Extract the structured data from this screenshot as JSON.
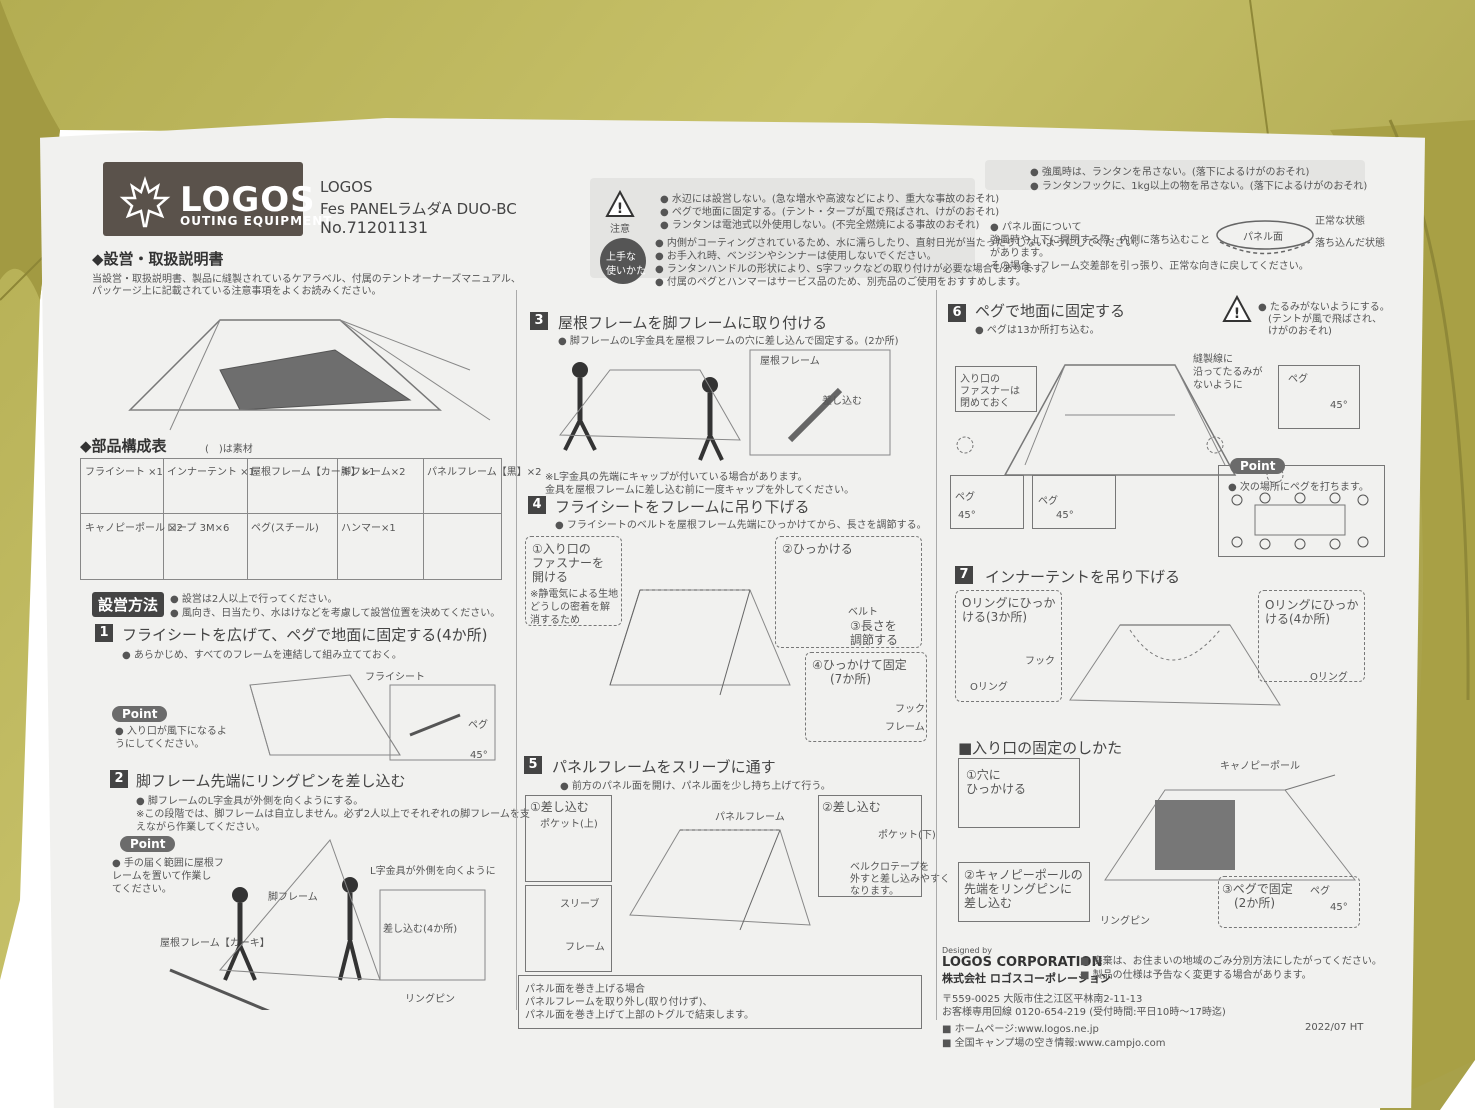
{
  "brand": {
    "logo": "LOGOS",
    "tagline": "OUTING EQUIPMENT"
  },
  "product": {
    "brand": "LOGOS",
    "name": "Fes PANELラムダA DUO-BC",
    "number": "No.71201131"
  },
  "manual": {
    "title": "◆設営・取扱説明書",
    "intro1": "当設営・取扱説明書、製品に縫製されているケアラベル、付属のテントオーナーズマニュアル、",
    "intro2": "パッケージ上に記載されている注意事項をよくお読みください。",
    "intro3": ""
  },
  "parts": {
    "title": "◆部品構成表",
    "material_note": "(　)は素材",
    "items": [
      "フライシート ×1",
      "インナーテント ×1",
      "屋根フレーム【カーキ】×1",
      "脚フレーム×2",
      "パネルフレーム【黒】×2",
      "キャノピーポール ×2",
      "ロープ 3M×6",
      "ペグ(スチール)",
      "ハンマー×1"
    ]
  },
  "setup": {
    "title": "設営方法",
    "note1": "● 設営は2人以上で行ってください。",
    "note2": "● 風向き、日当たり、水はけなどを考慮して設営位置を決めてください。"
  },
  "steps": [
    {
      "num": "1",
      "title": "フライシートを広げて、ペグで地面に固定する(4か所)",
      "note": "● あらかじめ、すべてのフレームを連結して組み立てておく。",
      "label_fly": "フライシート",
      "label_peg": "ペグ",
      "angle": "45°",
      "point": "Point",
      "point_line1": "● 入り口が風下になるよ",
      "point_line2": "うにしてください。"
    },
    {
      "num": "2",
      "title": "脚フレーム先端にリングピンを差し込む",
      "note1": "● 脚フレームのL字金具が外側を向くようにする。",
      "note2": "※この段階では、脚フレームは自立しません。必ず2人以上でそれぞれの脚フレームを支",
      "note3": "えながら作業してください。",
      "point": "Point",
      "point_line1": "● 手の届く範囲に屋根フ",
      "point_line2": "レームを置いて作業し",
      "point_line3": "てください。",
      "label_leg": "脚フレーム",
      "label_roof": "屋根フレーム【カーキ】",
      "label_lhook": "L字金具が外側を向くように",
      "label_insert": "差し込む(4か所)",
      "label_ringpin": "リングピン"
    },
    {
      "num": "3",
      "title": "屋根フレームを脚フレームに取り付ける",
      "note": "● 脚フレームのL字金具を屋根フレームの穴に差し込んで固定する。(2か所)",
      "label_roof": "屋根フレーム",
      "label_insert": "差し込む",
      "caution1": "※L字金具の先端にキャップが付いている場合があります。",
      "caution2": "金具を屋根フレームに差し込む前に一度キャップを外してください。"
    },
    {
      "num": "4",
      "title": "フライシートをフレームに吊り下げる",
      "note": "● フライシートのベルトを屋根フレーム先端にひっかけてから、長さを調節する。",
      "zip1": "①入り口の",
      "zip2": "ファスナーを",
      "zip3": "開ける",
      "static1": "※静電気による生地",
      "static2": "どうしの密着を解",
      "static3": "消するため",
      "hook": "②ひっかける",
      "belt": "ベルト",
      "adjust1": "③長さを",
      "adjust2": "調節する",
      "fix1": "④ひっかけて固定",
      "fix2": "(7か所)",
      "hook_part": "フック",
      "frame_part": "フレーム"
    },
    {
      "num": "5",
      "title": "パネルフレームをスリーブに通す",
      "note": "● 前方のパネル面を開け、パネル面を少し持ち上げて行う。",
      "insert": "①差し込む",
      "pocket": "ポケット(上)",
      "sleeve": "スリーブ",
      "frame": "フレーム",
      "panel_frame": "パネルフレーム",
      "insert2": "②差し込む",
      "pocket2": "ポケット(下)",
      "velcro1": "ベルクロテープを",
      "velcro2": "外すと差し込みやすく",
      "velcro3": "なります。",
      "rollup1": "パネル面を巻き上げる場合",
      "rollup2": "パネルフレームを取り外し(取り付けず)、",
      "rollup3": "パネル面を巻き上げて上部のトグルで結束します。"
    },
    {
      "num": "6",
      "title": "ペグで地面に固定する",
      "note": "● ペグは13か所打ち込む。",
      "caution1": "● たるみがないようにする。",
      "caution2": "(テントが風で飛ばされ、",
      "caution3": "けがのおそれ)",
      "zip1": "入り口の",
      "zip2": "ファスナーは",
      "zip3": "閉めておく",
      "seam1": "縫製線に",
      "seam2": "沿ってたるみが",
      "seam3": "ないように",
      "peg": "ペグ",
      "peg2": "ペグ",
      "angle": "45°",
      "point": "Point",
      "point_text": "● 次の場所にペグを打ちます。"
    },
    {
      "num": "7",
      "title": "インナーテントを吊り下げる",
      "oring1": "Oリングにひっか",
      "oring2": "ける(3か所)",
      "hook": "フック",
      "oring": "Oリング",
      "oring2_1": "Oリングにひっか",
      "oring2_2": "ける(4か所)",
      "oring_short": "Oリング"
    }
  ],
  "warnings": {
    "caution": "注意",
    "lines": [
      "● 水辺には設営しない。(急な増水や高波などにより、重大な事故のおそれ)",
      "● ペグで地面に固定する。(テント・タープが風で飛ばされ、けがのおそれ)",
      "● ランタンは電池式以外使用しない。(不完全燃焼による事故のおそれ)"
    ],
    "tip1": "上手な",
    "tip2": "使いかた",
    "tips": [
      "● 内側がコーティングされているため、水に濡らしたり、直射日光が当たったりしないようにしてください。",
      "● お手入れ時、ベンジンやシンナーは使用しないでください。",
      "● ランタンハンドルの形状により、S字フックなどの取り付けが必要な場合もあります。",
      "● 付属のペグとハンマーはサービス品のため、別売品のご使用をおすすめします。"
    ],
    "wind1": "● 強風時は、ランタンを吊さない。(落下によるけがのおそれ)",
    "wind2": "● ランタンフックに、1kg以上の物を吊さない。(落下によるけがのおそれ)",
    "panel1": "● パネル面について",
    "panel2": "強風時や上下に開閉する際、内側に落ち込むこと",
    "panel3": "があります。",
    "panel4": "その場合、フレーム交差部を引っ張り、正常な向きに戻してください。",
    "panel_surface": "パネル面",
    "normal": "正常な状態",
    "sagging": "落ち込んだ状態"
  },
  "entrance": {
    "title": "■入り口の固定のしかた",
    "s1a": "①穴に",
    "s1b": "ひっかける",
    "canopy": "キャノピーポール",
    "s2a": "②キャノピーポールの",
    "s2b": "先端をリングピンに",
    "s2c": "差し込む",
    "ringpin": "リングピン",
    "s3a": "③ペグで固定",
    "s3b": "(2か所)",
    "peg": "ペグ",
    "angle": "45°"
  },
  "company": {
    "designed_by": "Designed by",
    "name": "LOGOS CORPORATION",
    "name_jp": "株式会社 ロゴスコーポレーション",
    "disposal": "■ 廃棄は、お住まいの地域のごみ分別方法にしたがってください。",
    "spec_change": "■ 製品の仕様は予告なく変更する場合があります。",
    "address": "〒559-0025 大阪市住之江区平林南2-11-13",
    "phone": "お客様専用回線 0120-654-219 (受付時間:平日10時〜17時迄)",
    "homepage": "■ ホームページ:www.logos.ne.jp",
    "campsite": "■ 全国キャンプ場の空き情報:www.campjo.com",
    "date": "2022/07 HT"
  }
}
